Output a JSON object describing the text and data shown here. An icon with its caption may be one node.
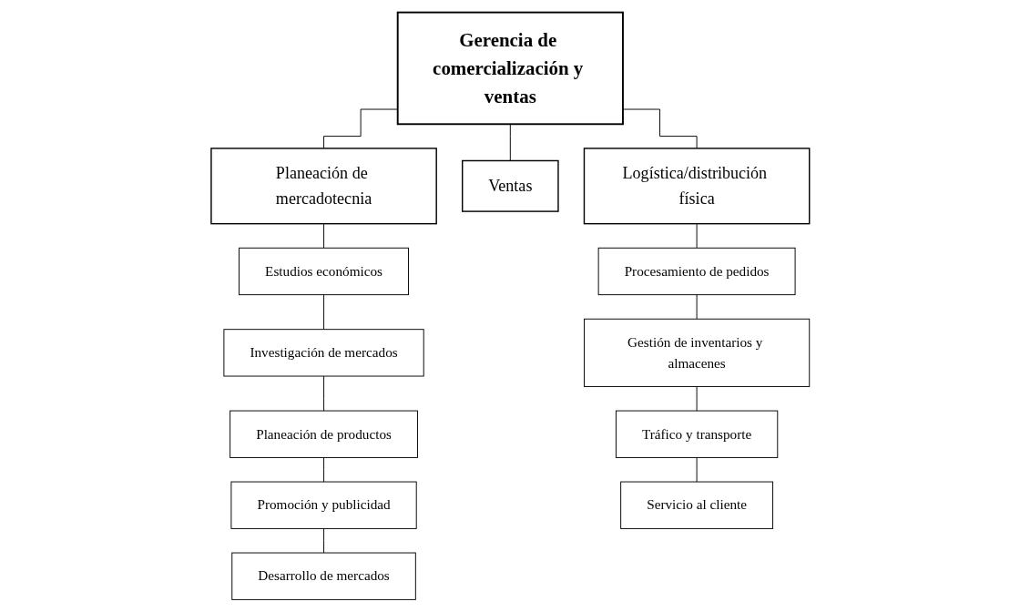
{
  "diagram": {
    "nodes": [
      {
        "text": [
          "Gerencia de comercialización y ventas"
        ]
      },
      {
        "text": [
          "Planeación de mercadotecnia"
        ]
      },
      {
        "text": [
          "Ventas"
        ]
      },
      {
        "text": [
          "Logística/distribución física"
        ]
      },
      {
        "text": [
          "Estudios económicos"
        ]
      },
      {
        "text": [
          "Investigación de mercados"
        ]
      },
      {
        "text": [
          "Planeación de productos"
        ]
      },
      {
        "text": [
          "Promoción y publicidad"
        ]
      },
      {
        "text": [
          "Desarrollo de mercados"
        ]
      },
      {
        "text": [
          "Procesamiento de pedidos"
        ]
      },
      {
        "text": [
          "Gestión de inventarios y almacenes"
        ]
      },
      {
        "text": [
          "Tráfico y transporte"
        ]
      },
      {
        "text": [
          "Servicio al cliente"
        ]
      }
    ],
    "edges": [
      {
        "from": 0,
        "to": 1,
        "arrow": "none"
      },
      {
        "from": 0,
        "to": 2,
        "arrow": "none"
      },
      {
        "from": 0,
        "to": 3,
        "arrow": "none"
      },
      {
        "from": 1,
        "to": 4,
        "arrow": "none"
      },
      {
        "from": 4,
        "to": 5,
        "arrow": "none"
      },
      {
        "from": 5,
        "to": 6,
        "arrow": "none"
      },
      {
        "from": 6,
        "to": 7,
        "arrow": "none"
      },
      {
        "from": 7,
        "to": 8,
        "arrow": "none"
      },
      {
        "from": 3,
        "to": 9,
        "arrow": "none"
      },
      {
        "from": 9,
        "to": 10,
        "arrow": "none"
      },
      {
        "from": 10,
        "to": 11,
        "arrow": "none"
      },
      {
        "from": 11,
        "to": 12,
        "arrow": "none"
      }
    ]
  }
}
